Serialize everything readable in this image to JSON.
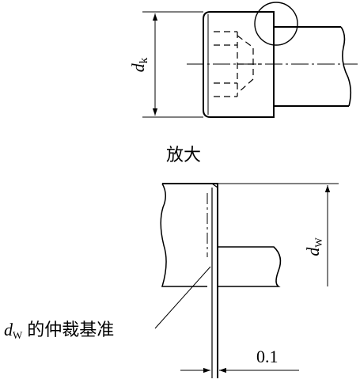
{
  "labels": {
    "dk_symbol": "d",
    "dk_sub": "k",
    "enlarge": "放大",
    "dw_symbol": "d",
    "dw_sub": "W",
    "datum_symbol": "d",
    "datum_sub": "W",
    "datum_text": "的仲裁基准",
    "gap": "0.1"
  }
}
